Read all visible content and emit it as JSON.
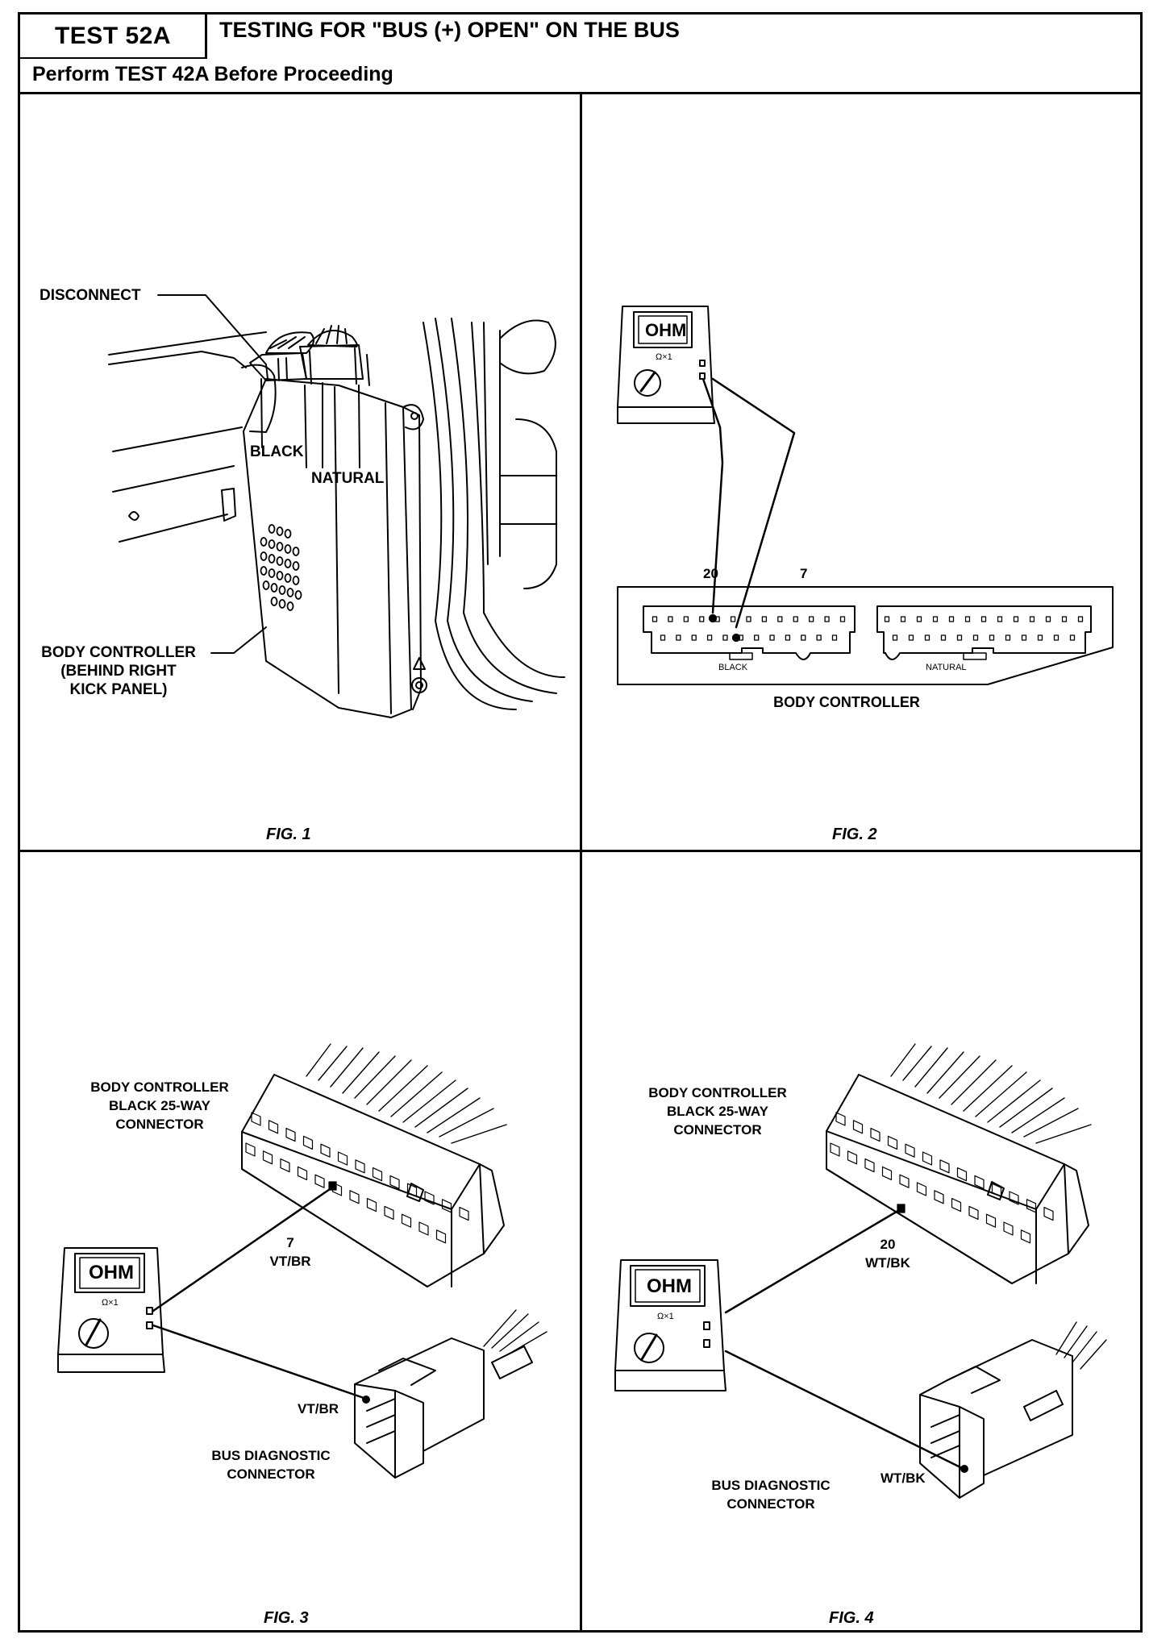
{
  "header": {
    "test_id": "TEST 52A",
    "title": "TESTING FOR \"BUS (+) OPEN\" ON THE BUS",
    "prerequisite": "Perform TEST 42A Before Proceeding"
  },
  "figures": [
    {
      "caption": "FIG. 1",
      "labels": {
        "disconnect": "DISCONNECT",
        "black": "BLACK",
        "natural": "NATURAL",
        "body_controller_line1": "BODY CONTROLLER",
        "body_controller_line2": "(BEHIND RIGHT",
        "body_controller_line3": "KICK PANEL)"
      }
    },
    {
      "caption": "FIG. 2",
      "meter": {
        "display": "OHM",
        "range": "Ω×1"
      },
      "labels": {
        "pin_a": "20",
        "pin_b": "7",
        "black": "BLACK",
        "natural": "NATURAL",
        "body_controller": "BODY CONTROLLER"
      },
      "black_connector": {
        "top_row_pins": 13,
        "bottom_row_pins": 12,
        "probed_pins": [
          20,
          7
        ]
      },
      "natural_connector": {
        "top_row_pins": 13,
        "bottom_row_pins": 12
      }
    },
    {
      "caption": "FIG. 3",
      "meter": {
        "display": "OHM",
        "range": "Ω×1"
      },
      "labels": {
        "connector_line1": "BODY CONTROLLER",
        "connector_line2": "BLACK 25-WAY",
        "connector_line3": "CONNECTOR",
        "pin": "7",
        "wire_at_pin": "VT/BR",
        "wire_at_diag": "VT/BR",
        "diag_line1": "BUS DIAGNOSTIC",
        "diag_line2": "CONNECTOR"
      }
    },
    {
      "caption": "FIG. 4",
      "meter": {
        "display": "OHM",
        "range": "Ω×1"
      },
      "labels": {
        "connector_line1": "BODY CONTROLLER",
        "connector_line2": "BLACK 25-WAY",
        "connector_line3": "CONNECTOR",
        "pin": "20",
        "wire_at_pin": "WT/BK",
        "wire_at_diag": "WT/BK",
        "diag_line1": "BUS DIAGNOSTIC",
        "diag_line2": "CONNECTOR"
      }
    }
  ]
}
